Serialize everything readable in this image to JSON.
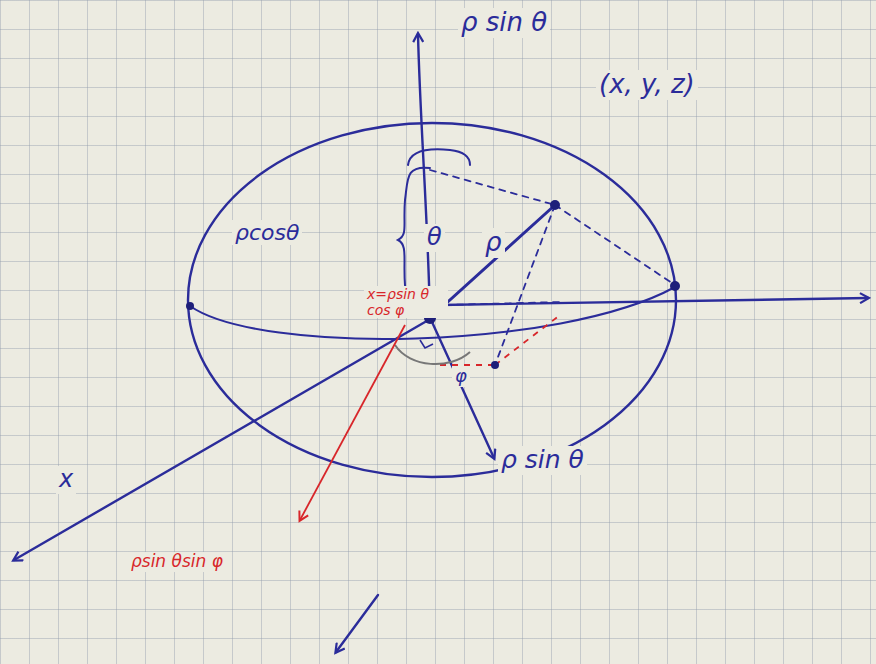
{
  "diagram": {
    "labels": [
      "ρ sin θ",
      "(x, y, z)",
      "ρcosθ",
      "θ",
      "ρ",
      "x=ρsin θ cos φ",
      "φ",
      "ρsin θsin φ",
      "ρ sin θ",
      "x"
    ]
  }
}
